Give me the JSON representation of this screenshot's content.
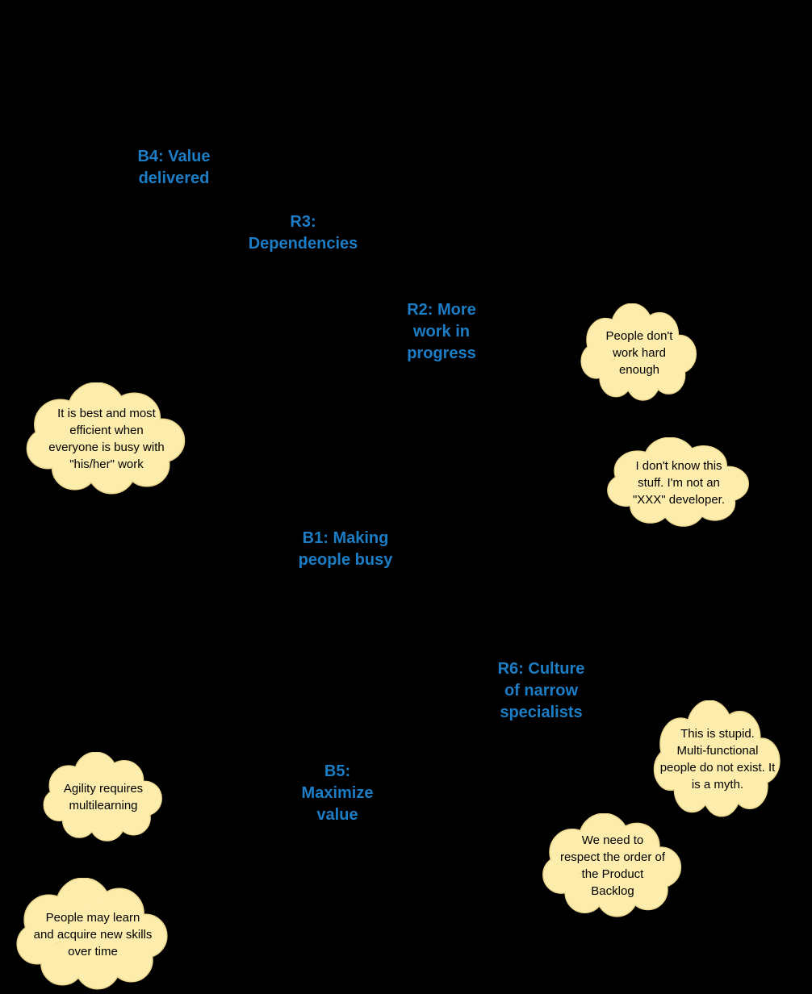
{
  "theme": {
    "background": "#000000",
    "accent-blue": "#1d7dc4",
    "cloud-fill": "#fcedad",
    "cloud-stroke": "#ecd78f",
    "cloud-text-color": "#000000"
  },
  "loops": [
    {
      "id": "B4",
      "label": "B4: Value\ndelivered"
    },
    {
      "id": "R3",
      "label": "R3:\nDependencies"
    },
    {
      "id": "R2",
      "label": "R2: More\nwork in\nprogress"
    },
    {
      "id": "B1",
      "label": "B1: Making\npeople busy"
    },
    {
      "id": "R6",
      "label": "R6: Culture\nof narrow\nspecialists"
    },
    {
      "id": "B5",
      "label": "B5:\nMaximize\nvalue"
    }
  ],
  "clouds": [
    {
      "text": "People don't\nwork hard\nenough"
    },
    {
      "text": "It is best and most\nefficient when\neveryone is busy with\n\"his/her\" work"
    },
    {
      "text": "I don't know this\nstuff. I'm not an\n\"XXX\" developer."
    },
    {
      "text": "This is stupid.\nMulti-functional\npeople do not exist. It\nis a myth."
    },
    {
      "text": "Agility requires\nmultilearning"
    },
    {
      "text": "We need to\nrespect the order of\nthe Product\nBacklog"
    },
    {
      "text": "People may learn\nand acquire new skills\nover time"
    }
  ]
}
